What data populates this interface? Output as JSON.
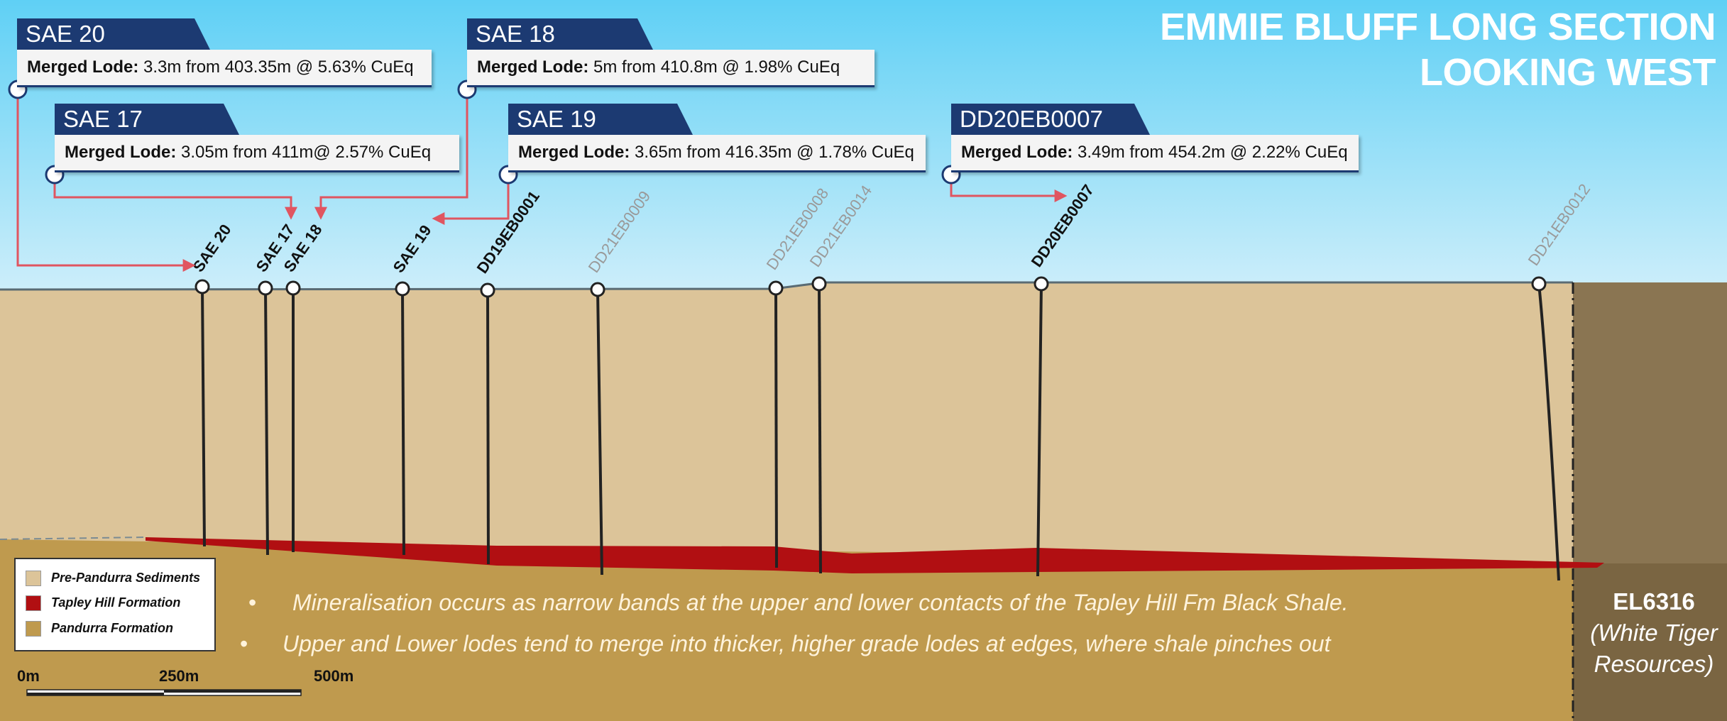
{
  "title": {
    "line1": "EMMIE BLUFF LONG SECTION",
    "line2": "LOOKING WEST"
  },
  "callouts": [
    {
      "id": "SAE 20",
      "lode_label": "Merged Lode:",
      "text": "3.3m from 403.35m @ 5.63% CuEq"
    },
    {
      "id": "SAE 18",
      "lode_label": "Merged Lode:",
      "text": "5m from 410.8m @ 1.98% CuEq"
    },
    {
      "id": "SAE 17",
      "lode_label": "Merged Lode:",
      "text": "3.05m from 411m@ 2.57% CuEq"
    },
    {
      "id": "SAE 19",
      "lode_label": "Merged Lode:",
      "text": "3.65m from 416.35m @ 1.78% CuEq"
    },
    {
      "id": "DD20EB0007",
      "lode_label": "Merged Lode:",
      "text": "3.49m from 454.2m @ 2.22% CuEq"
    }
  ],
  "drillholes": [
    {
      "name": "SAE 20",
      "highlight": true
    },
    {
      "name": "SAE 17",
      "highlight": true
    },
    {
      "name": "SAE 18",
      "highlight": true
    },
    {
      "name": "SAE 19",
      "highlight": true
    },
    {
      "name": "DD19EB0001",
      "highlight": true
    },
    {
      "name": "DD21EB0009",
      "highlight": false
    },
    {
      "name": "DD21EB0008",
      "highlight": false
    },
    {
      "name": "DD21EB0014",
      "highlight": false
    },
    {
      "name": "DD20EB0007",
      "highlight": true
    },
    {
      "name": "DD21EB0012",
      "highlight": false
    }
  ],
  "bullets": [
    "Mineralisation occurs as narrow bands at the upper and lower contacts of the Tapley Hill Fm Black Shale.",
    "Upper and Lower lodes tend to merge into thicker, higher grade lodes at edges, where shale pinches out"
  ],
  "legend": [
    {
      "label": "Pre-Pandurra Sediments",
      "color": "#dcc499"
    },
    {
      "label": "Tapley Hill Formation",
      "color": "#b10f12"
    },
    {
      "label": "Pandurra Formation",
      "color": "#bf9a4e"
    }
  ],
  "scale_bar": {
    "labels": [
      "0m",
      "250m",
      "500m"
    ]
  },
  "tenement": {
    "code": "EL6316",
    "line2": "(White Tiger",
    "line3": "Resources)"
  },
  "colors": {
    "sky": "#6cd3f4",
    "sediments": "#dcc499",
    "tapley_hill": "#b10f12",
    "pandurra": "#bf9a4e",
    "adjacent_block": "#8a7552",
    "callout_header": "#1c3a72",
    "arrow": "#e05560",
    "drillhole": "#222222",
    "inactive_label": "#9a9a9a"
  }
}
